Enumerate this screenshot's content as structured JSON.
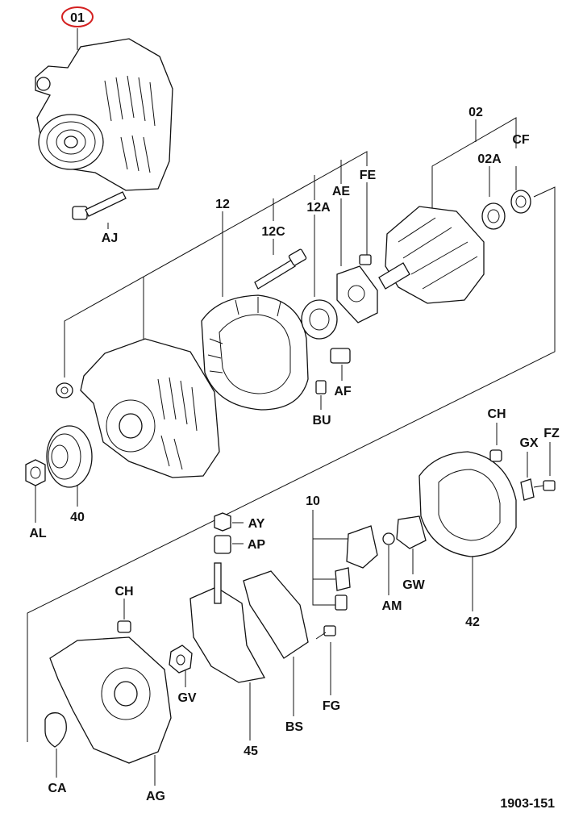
{
  "document_number": "1903-151",
  "highlight_color": "#d42020",
  "parts": [
    {
      "id": "01"
    },
    {
      "id": "02"
    },
    {
      "id": "02A"
    },
    {
      "id": "CF"
    },
    {
      "id": "12"
    },
    {
      "id": "12C"
    },
    {
      "id": "12A"
    },
    {
      "id": "AE"
    },
    {
      "id": "FE"
    },
    {
      "id": "AJ"
    },
    {
      "id": "AF"
    },
    {
      "id": "BU"
    },
    {
      "id": "AL"
    },
    {
      "id": "40"
    },
    {
      "id": "CH"
    },
    {
      "id": "GX"
    },
    {
      "id": "FZ"
    },
    {
      "id": "10"
    },
    {
      "id": "AY"
    },
    {
      "id": "AP"
    },
    {
      "id": "AM"
    },
    {
      "id": "GW"
    },
    {
      "id": "42"
    },
    {
      "id": "CH"
    },
    {
      "id": "GV"
    },
    {
      "id": "FG"
    },
    {
      "id": "BS"
    },
    {
      "id": "45"
    },
    {
      "id": "CA"
    },
    {
      "id": "AG"
    }
  ]
}
